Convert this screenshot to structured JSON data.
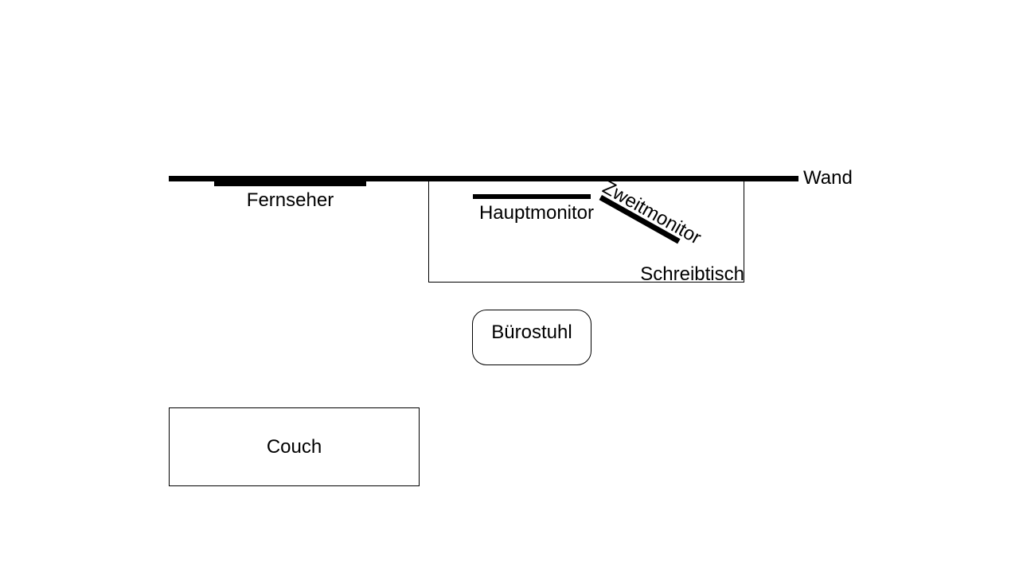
{
  "canvas": {
    "background_color": "#ffffff",
    "ink_color": "#000000"
  },
  "diagram": {
    "wall": {
      "label": "Wand"
    },
    "tv": {
      "label": "Fernseher"
    },
    "desk": {
      "label": "Schreibtisch"
    },
    "main_monitor": {
      "label": "Hauptmonitor"
    },
    "second_monitor": {
      "label": "Zweitmonitor"
    },
    "office_chair": {
      "label": "Bürostuhl"
    },
    "couch": {
      "label": "Couch"
    }
  }
}
